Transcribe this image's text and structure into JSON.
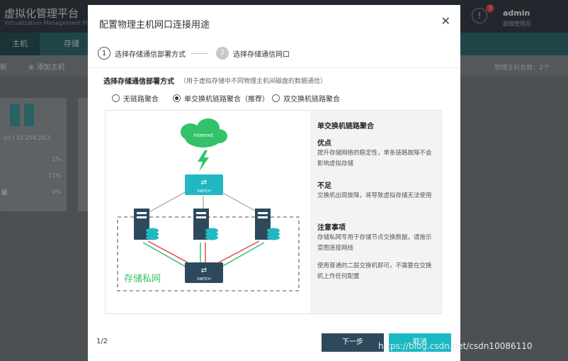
{
  "app": {
    "title": "虚拟化管理平台",
    "subtitle": "Virtualization Management Pla",
    "tabs": [
      "主机",
      "存储"
    ],
    "toolbar": {
      "refresh": "新",
      "add_host": "添加主机"
    },
    "host_count": "物理主机总数：2个",
    "host_card": {
      "ip": "-10 | 10.254.20.3",
      "rows": [
        {
          "label": "",
          "value": "1%"
        },
        {
          "label": "",
          "value": "11%"
        },
        {
          "label": "储",
          "value": "0%"
        }
      ]
    },
    "user": {
      "name": "admin",
      "role": "超级管理员",
      "notifications": "3"
    }
  },
  "modal": {
    "title": "配置物理主机网口连接用途",
    "close_icon": "close-icon",
    "steps": [
      {
        "number": "1",
        "label": "选择存储通信部署方式",
        "active": true
      },
      {
        "number": "2",
        "label": "选择存储通信网口",
        "active": false
      }
    ],
    "section_label": "选择存储通信部署方式",
    "section_hint": "（用于虚拟存储中不同物理主机间磁盘的数据通信）",
    "options": [
      {
        "label": "无链路聚合",
        "selected": false
      },
      {
        "label": "单交换机链路聚合（推荐）",
        "selected": true
      },
      {
        "label": "双交换机链路聚合",
        "selected": false
      }
    ],
    "diagram": {
      "cloud_label": "Internet",
      "switch_label": "SWITCH",
      "network_label": "存储私网"
    },
    "info": {
      "title": "单交换机链路聚合",
      "pros_heading": "优点",
      "pros_text": "提升存储网络的稳定性，单条链路故障不会影响虚拟存储",
      "cons_heading": "不足",
      "cons_text": "交换机出现故障，将导致虚拟存储无法使用",
      "notes_heading": "注意事项",
      "notes_text1": "存储私网专用于存储节点交换数据，请按示意图连接网线",
      "notes_text2": "使用普通的二层交换机即可，不需要在交换机上作任何配置"
    },
    "page_indicator": "1/2",
    "next_label": "下一步",
    "cancel_label": "取消"
  },
  "watermark": "https://blog.csdn.net/csdn10086110",
  "colors": {
    "primary_dark": "#2d4a5c",
    "accent_teal": "#19b9c4",
    "switch_teal": "#22b8c2",
    "green_link": "#33c26a",
    "red_link": "#e8484e"
  }
}
